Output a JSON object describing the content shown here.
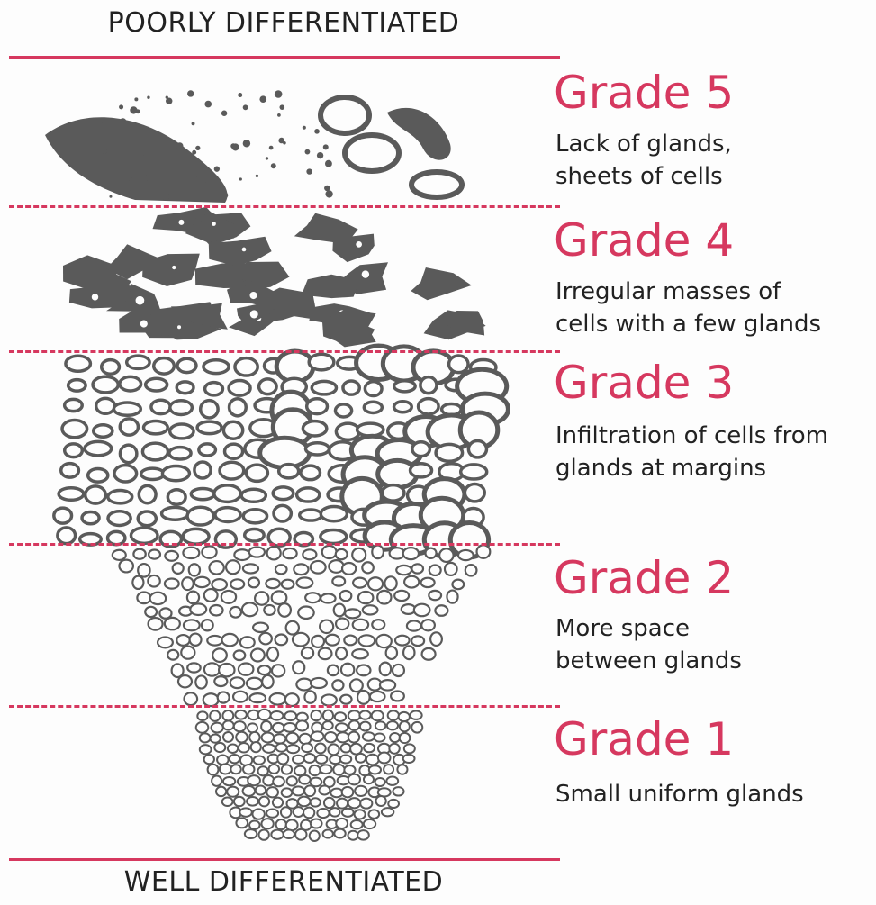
{
  "labels": {
    "top": "POORLY DIFFERENTIATED",
    "bottom": "WELL DIFFERENTIATED"
  },
  "grades": [
    {
      "title": "Grade 5",
      "desc_line1": "Lack of glands,",
      "desc_line2": "sheets of cells"
    },
    {
      "title": "Grade 4",
      "desc_line1": "Irregular masses of",
      "desc_line2": "cells with a few glands"
    },
    {
      "title": "Grade 3",
      "desc_line1": "Infiltration of cells from",
      "desc_line2": "glands at margins"
    },
    {
      "title": "Grade 2",
      "desc_line1": "More space",
      "desc_line2": "between glands"
    },
    {
      "title": "Grade 1",
      "desc_line1": "Small uniform glands",
      "desc_line2": ""
    }
  ],
  "colors": {
    "accent": "#d6385f",
    "tissue": "#5a5a5a",
    "text": "#222222"
  }
}
